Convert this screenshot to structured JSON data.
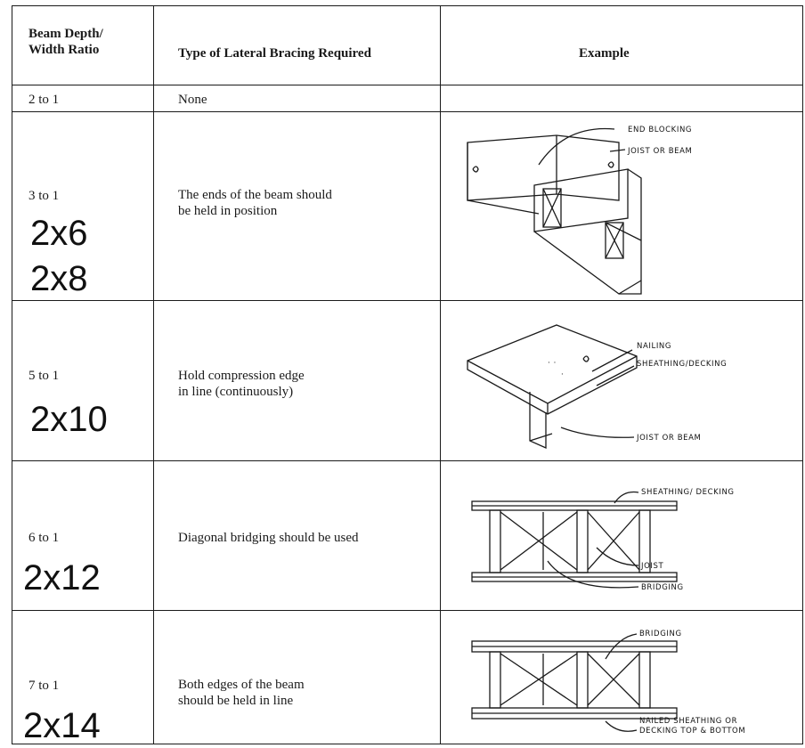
{
  "header": {
    "ratio_line1": "Beam Depth/",
    "ratio_line2": "Width Ratio",
    "bracing": "Type of Lateral Bracing Required",
    "example": "Example"
  },
  "rows": [
    {
      "ratio": "2 to 1",
      "bracing_line1": "None",
      "bracing_line2": "",
      "sizes": []
    },
    {
      "ratio": "3 to 1",
      "bracing_line1": "The ends of the beam should",
      "bracing_line2": "be held in position",
      "sizes": [
        "2x6",
        "2x8"
      ]
    },
    {
      "ratio": "5 to 1",
      "bracing_line1": "Hold compression edge",
      "bracing_line2": "in line (continuously)",
      "sizes": [
        "2x10"
      ]
    },
    {
      "ratio": "6 to 1",
      "bracing_line1": "Diagonal bridging should be used",
      "bracing_line2": "",
      "sizes": [
        "2x12"
      ]
    },
    {
      "ratio": "7 to 1",
      "bracing_line1": "Both edges of the beam",
      "bracing_line2": "should be held in line",
      "sizes": [
        "2x14"
      ]
    }
  ],
  "sketch_labels": {
    "end_blocking": "END BLOCKING",
    "joist_or_beam_1": "JOIST OR BEAM",
    "nailing": "NAILING",
    "sheathing_decking_1": "SHEATHING/DECKING",
    "joist_or_beam_2": "JOIST OR BEAM",
    "sheathing_decking_2": "SHEATHING/ DECKING",
    "joist": "JOIST",
    "bridging_1": "BRIDGING",
    "bridging_2": "BRIDGING",
    "nailed_line1": "NAILED SHEATHING OR",
    "nailed_line2": "DECKING TOP & BOTTOM"
  }
}
